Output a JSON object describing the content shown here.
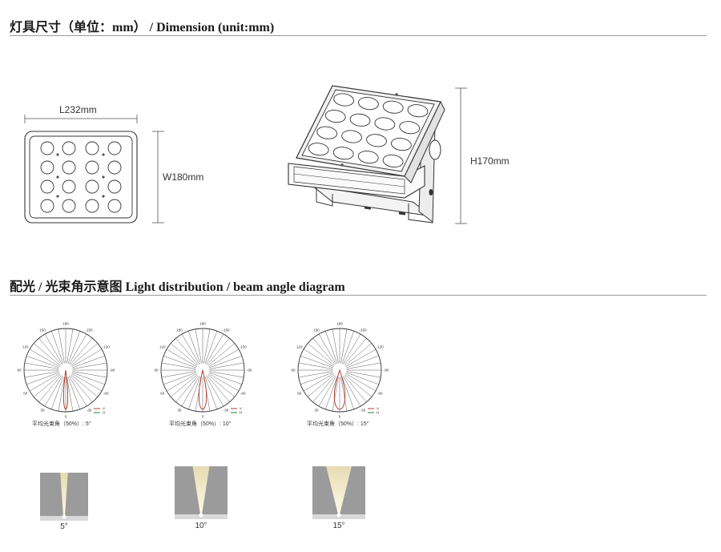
{
  "headings": {
    "dimension": "灯具尺寸（单位：mm） / Dimension (unit:mm)",
    "light": "配光 / 光束角示意图  Light distribution / beam angle diagram"
  },
  "dimensions": {
    "length": "L232mm",
    "width": "W180mm",
    "height": "H170mm"
  },
  "polar_charts": [
    {
      "caption": "平均光束角（50%）: 5°",
      "beam_angle_deg": 5,
      "tick_labels": [
        "-150",
        "-120",
        "-90",
        "-60",
        "-30",
        "0",
        "30",
        "60",
        "90",
        "120",
        "150",
        "180"
      ],
      "legend": [
        {
          "label": "V",
          "color": "#c0392b"
        },
        {
          "label": "H",
          "color": "#2e7d32"
        }
      ]
    },
    {
      "caption": "平均光束角（50%）: 10°",
      "beam_angle_deg": 10,
      "tick_labels": [
        "-150",
        "-120",
        "-90",
        "-60",
        "-30",
        "0",
        "30",
        "60",
        "90",
        "120",
        "150",
        "180"
      ],
      "legend": [
        {
          "label": "V",
          "color": "#c0392b"
        },
        {
          "label": "H",
          "color": "#2e7d32"
        }
      ]
    },
    {
      "caption": "平均光束角（50%）: 15°",
      "beam_angle_deg": 15,
      "tick_labels": [
        "-150",
        "-120",
        "-90",
        "-60",
        "-30",
        "0",
        "30",
        "60",
        "90",
        "120",
        "150",
        "180"
      ],
      "legend": [
        {
          "label": "V",
          "color": "#c0392b"
        },
        {
          "label": "H",
          "color": "#2e7d32"
        }
      ]
    }
  ],
  "beam_previews": [
    {
      "label": "5°",
      "beam_angle_deg": 5
    },
    {
      "label": "10°",
      "beam_angle_deg": 10
    },
    {
      "label": "15°",
      "beam_angle_deg": 15
    }
  ],
  "colors": {
    "rule": "#9a9a9a",
    "beam_light": "#f3e6b8",
    "preview_bg": "#9b9b9b"
  }
}
